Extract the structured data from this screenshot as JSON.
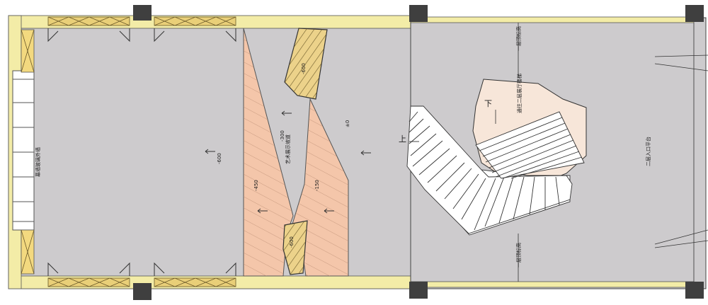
{
  "colors": {
    "floor": "#cdcbcd",
    "wall_fill": "#f3eca7",
    "wall_stroke": "#4a4a4a",
    "column": "#3f3f3f",
    "wood_fill": "#f4c6aa",
    "hatch_fill": "#ecd28a",
    "stair_landing": "#f7e6d9",
    "stair_fill": "#ffffff"
  },
  "labels": {
    "up": "上",
    "down": "下",
    "elev_left_room": "-600",
    "elev_left_ramp": "-450",
    "elev_mid": "-300",
    "elev_right_ramp": "-150",
    "elev_corridor": "±0",
    "elev_top_hatch": "-600",
    "elev_bottom_hatch": "-600",
    "left_wall_note": "幕墙玻璃外墙",
    "corridor_note": "艺术展示坡道",
    "right_top_note": "一层顶标高",
    "right_bottom_note": "一层顶标高",
    "stair_note": "通往二层展厅楼梯",
    "right_wall_note": "二层入口平台"
  }
}
